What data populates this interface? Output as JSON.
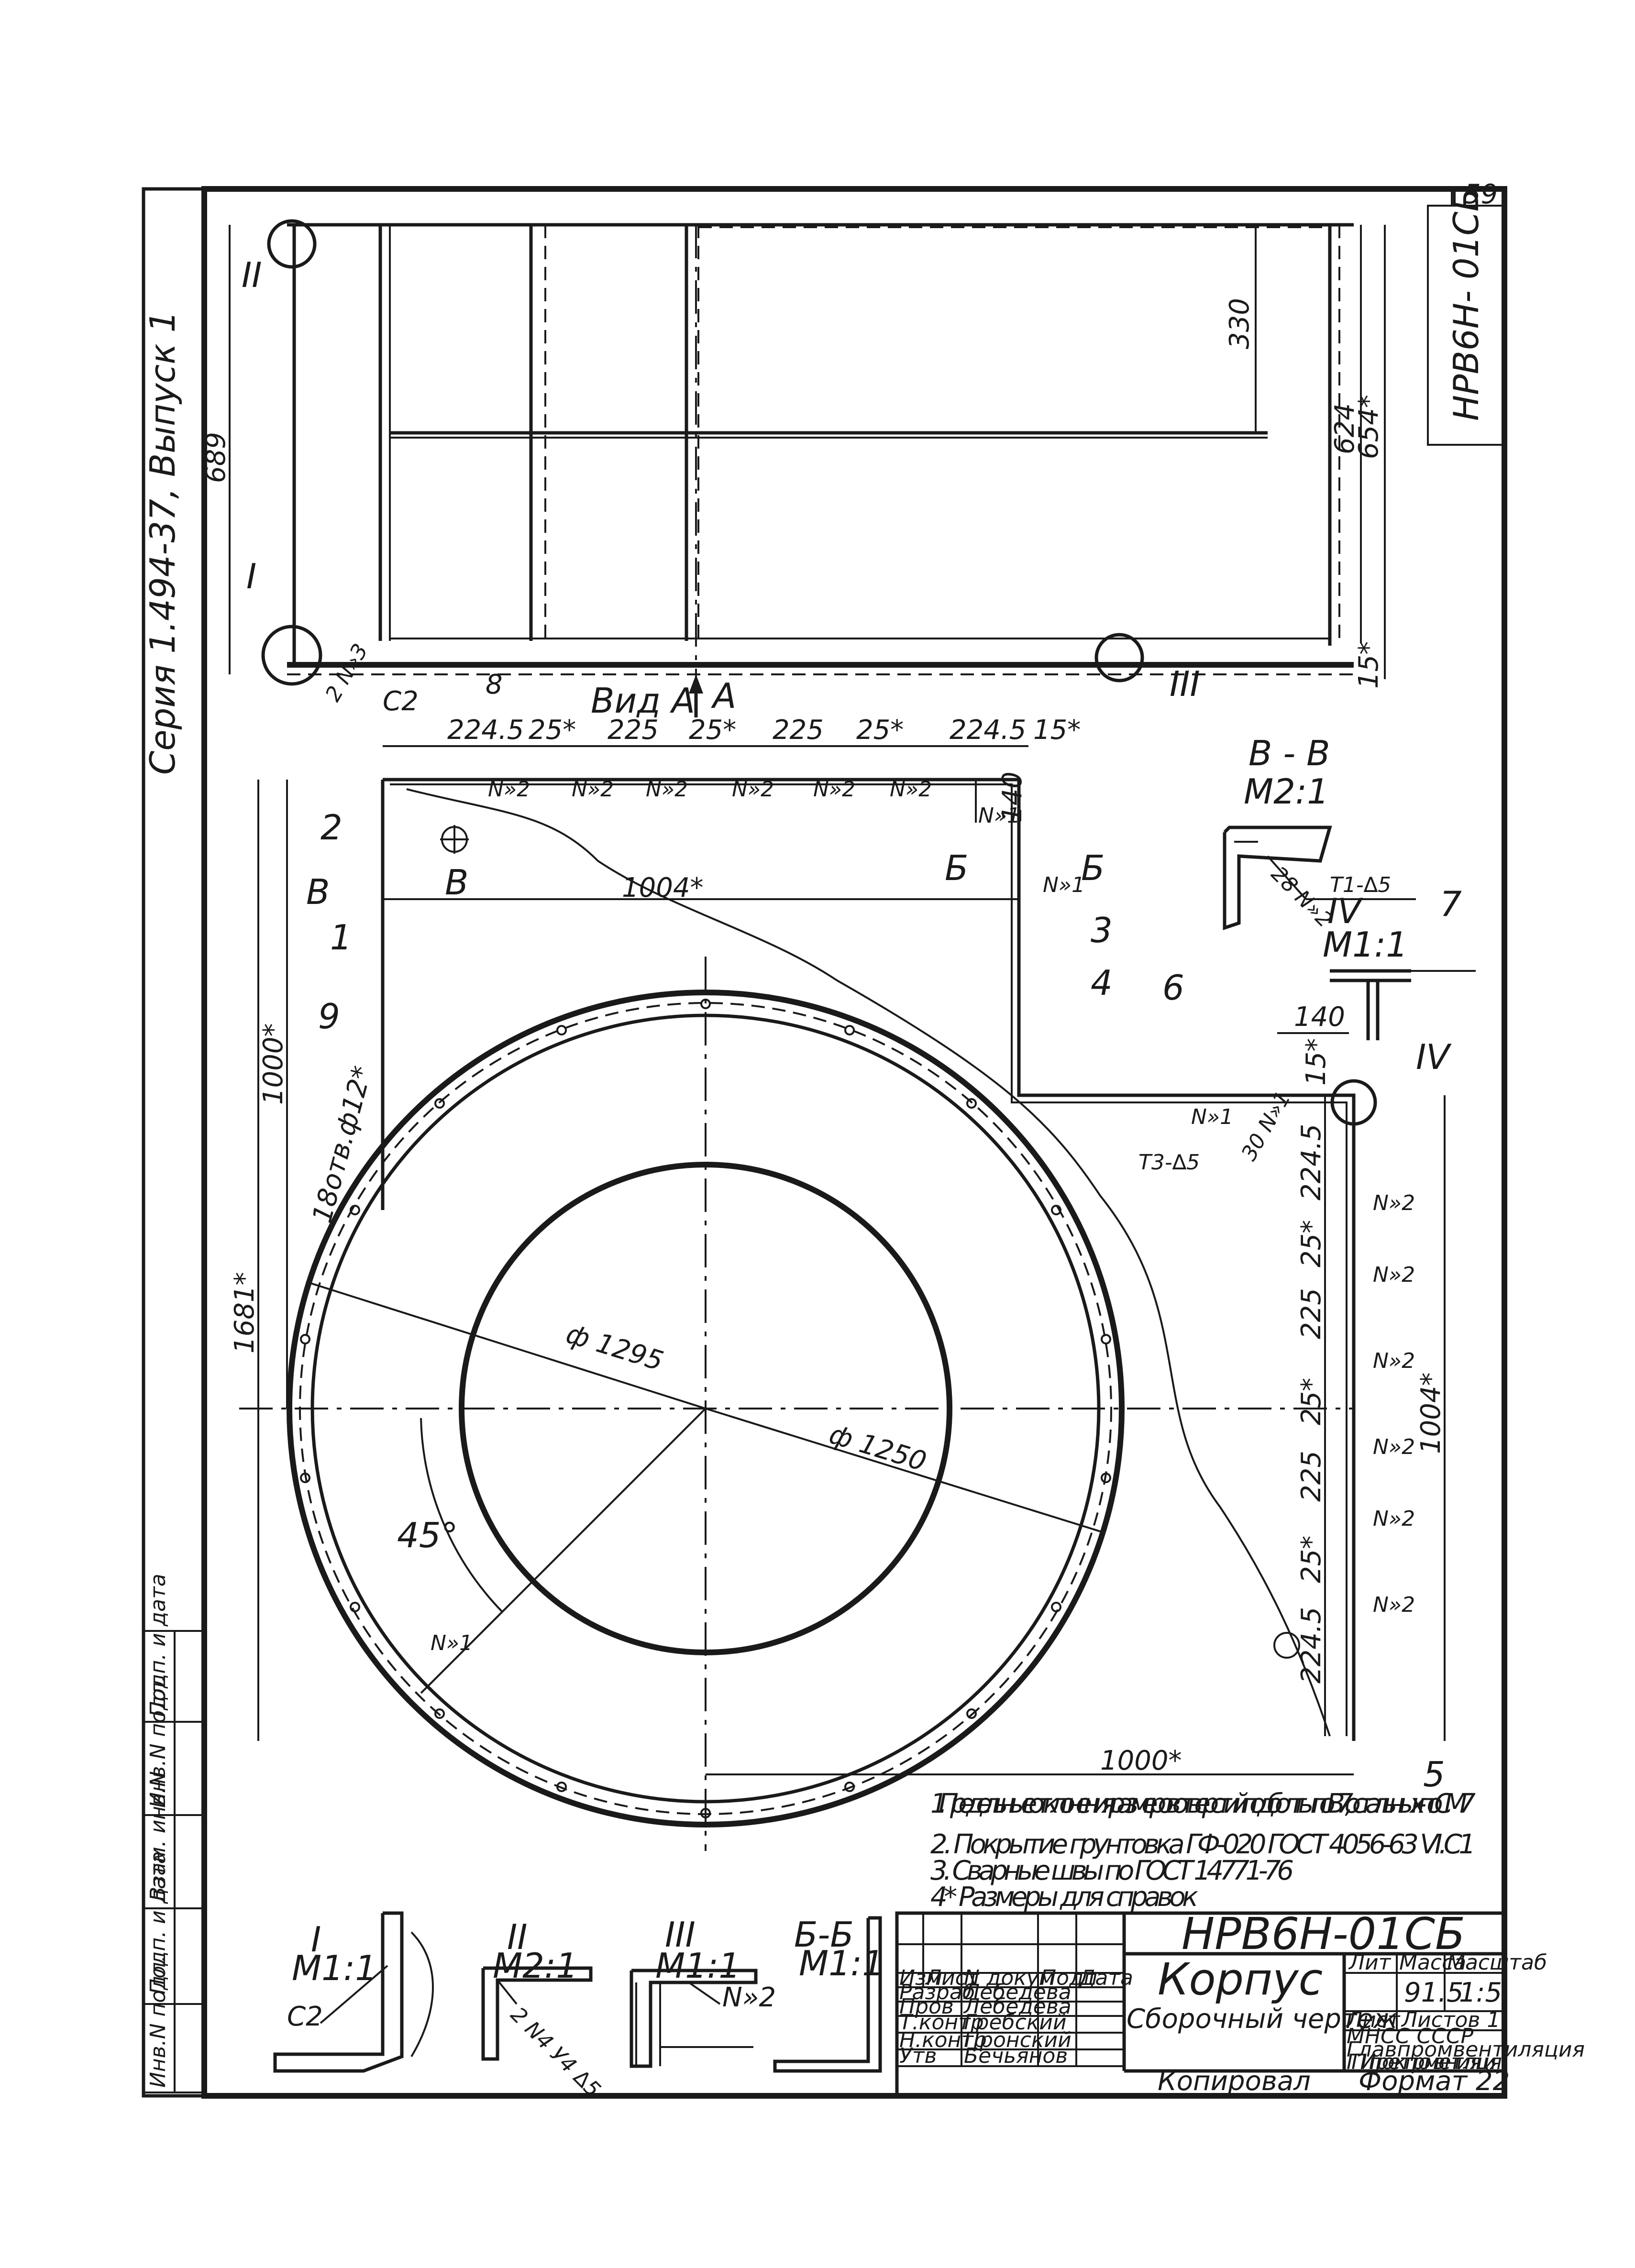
{
  "sheet_number": "59",
  "side_code": "НРВ6Н- 01СБ",
  "series_text": "Серия 1.494-37, Выпуск 1",
  "margin_labels": [
    "Инв.N подл.",
    "Подп. и дата",
    "Взам. инв.N",
    "Инв.N подл.",
    "Подп. и дата"
  ],
  "view_label": "Вид А",
  "arrow_a": "А",
  "elevation_dims": {
    "height_689": "689",
    "dim_330": "330",
    "dim_624": "624",
    "dim_654": "654*",
    "dim_15": "15*"
  },
  "markers": {
    "callout_1": "I",
    "callout_2": "II",
    "callout_3": "III",
    "callout_4": "IV",
    "fillet_n3": "2 N»3",
    "c2": "С2",
    "pos_8": "8"
  },
  "top_chain": [
    "224.5",
    "25*",
    "225",
    "25*",
    "225",
    "25*",
    "224.5",
    "15*"
  ],
  "side_chain": [
    "224.5",
    "25*",
    "225",
    "25*",
    "225",
    "25*",
    "224.5"
  ],
  "plan_dims": {
    "d140_top": "140",
    "d140_side": "140",
    "d15_side": "15*",
    "d1004_top": "1004*",
    "d1004_side": "1004*",
    "d1000_left": "1000*",
    "d1000_bottom": "1000*",
    "d1681": "1681*",
    "holes": "18отв.ф12*",
    "phi1295": "ф 1295",
    "phi1250": "ф 1250",
    "angle45": "45°"
  },
  "weld_marks": {
    "n1": "N»1",
    "n2": "N»2",
    "t3": "Т3-∆5",
    "w30": "30 N»1",
    "t1": "Т1-∆5",
    "w28": "28 N»2",
    "bb": "Б",
    "vv": "В"
  },
  "positions": [
    "1",
    "2",
    "3",
    "4",
    "5",
    "6",
    "7",
    "9"
  ],
  "section_vv": {
    "title": "В - В",
    "scale": "М2:1"
  },
  "section_iv": {
    "title": "IV",
    "scale": "М1:1"
  },
  "notes": [
    "1. Предельные отклонения размеров отверстий под болты по В7, остальных - по СМ7",
    "2. Покрытие грунтовка ГФ-020 ГОСТ 4056-63 VI.С1",
    "3. Сварные швы по ГОСТ 14771-76",
    "4* Размеры для справок"
  ],
  "details": [
    {
      "title": "I",
      "scale": "М1:1",
      "label": "С2"
    },
    {
      "title": "II",
      "scale": "М2:1",
      "label": "2 N4 У4 ∆5"
    },
    {
      "title": "III",
      "scale": "М1:1",
      "label": "N»2"
    },
    {
      "title": "Б-Б",
      "scale": "М1:1",
      "label": ""
    }
  ],
  "title_block": {
    "doc_code": "НРВ6Н-01СБ",
    "name": "Корпус",
    "doc_type": "Сборочный чертеж",
    "col_lit": "Лит",
    "col_mass": "Масса",
    "col_scale": "Масштаб",
    "mass": "91.5",
    "scale": "1:5",
    "sheet": "Лист",
    "sheets": "Листов 1",
    "org1": "МНСС СССР",
    "org2": "Главпромвентиляция",
    "org3": "ГПИ проектпромвентиляция",
    "row_headers": [
      "Изм",
      "Лист",
      "N докум",
      "Подп",
      "Дата"
    ],
    "rows": [
      {
        "role": "Разраб",
        "name": "Лебедева"
      },
      {
        "role": "Пров",
        "name": "Лебедева"
      },
      {
        "role": "Т.контр",
        "name": "Гребский"
      },
      {
        "role": "Н.контр",
        "name": "Пронский"
      },
      {
        "role": "Утв",
        "name": "Бечьянов"
      }
    ],
    "copied": "Копировал",
    "format": "Формат 22"
  }
}
